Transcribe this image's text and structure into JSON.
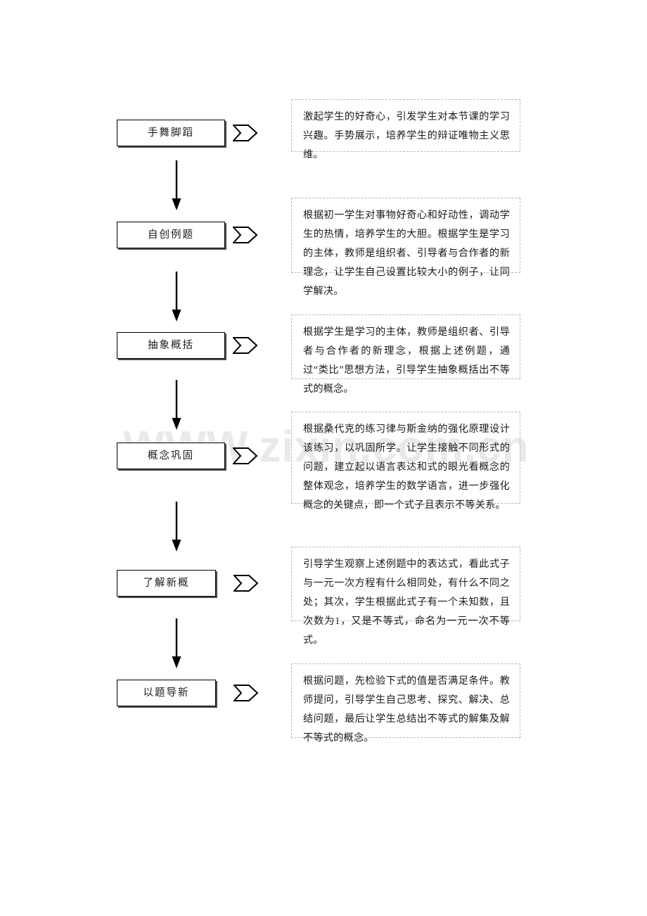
{
  "document": {
    "title": "教学流程设计图",
    "watermark": "WWW.zixin.com.cn",
    "background_color": "#ffffff",
    "box_border_color": "#000000",
    "panel_border_color": "#b9b9b9",
    "watermark_color": "#e9e9e9",
    "connector_color": "#000000"
  },
  "flow": {
    "stages": [
      {
        "id": "stage-1",
        "box_label": "手舞脚蹈",
        "description": "激起学生的好奇心，引发学生对本节课的学习兴趣。手势展示，培养学生的辩证唯物主义思维。",
        "has_down_arrow": true
      },
      {
        "id": "stage-2",
        "box_label": "自创例题",
        "description": "根据初一学生对事物好奇心和好动性，调动学生的热情，培养学生的大胆。根据学生是学习的主体，教师是组织者、引导者与合作者的新理念，让学生自己设置比较大小的例子，让同学解决。",
        "has_down_arrow": true
      },
      {
        "id": "stage-3",
        "box_label": "抽象概括",
        "description": "根据学生是学习的主体，教师是组织者、引导者与合作者的新理念，根据上述例题，通过“类比”思想方法，引导学生抽象概括出不等式的概念。",
        "has_down_arrow": true
      },
      {
        "id": "stage-4",
        "box_label": "概念巩固",
        "description": "根据桑代克的练习律与斯金纳的强化原理设计该练习，以巩固所学。让学生接触不同形式的问题，建立起以语言表达和式的眼光看概念的整体观念，培养学生的数学语言，进一步强化概念的关键点，即一个式子且表示不等关系。",
        "has_down_arrow": true
      },
      {
        "id": "stage-5",
        "box_label": "了解新概",
        "description": "引导学生观察上述例题中的表达式，看此式子与一元一次方程有什么相同处，有什么不同之处；其次，学生根据此式子有一个未知数，且次数为1，又是不等式，命名为一元一次不等式。",
        "has_down_arrow": true
      },
      {
        "id": "stage-6",
        "box_label": "以题导新",
        "description": "根据问题，先检验下式的值是否满足条件。教师提问，引导学生自己思考、探究、解决、总结问题，最后让学生总结出不等式的解集及解不等式的概念。",
        "has_down_arrow": false
      }
    ]
  }
}
